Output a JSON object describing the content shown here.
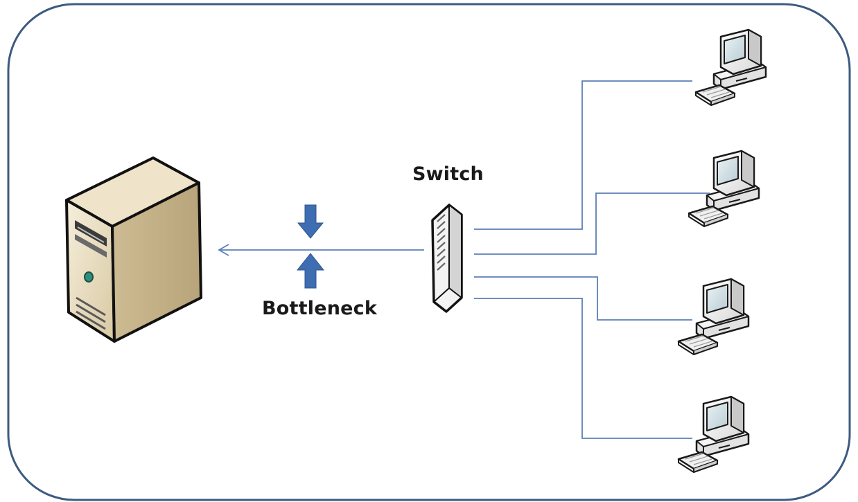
{
  "diagram": {
    "labels": {
      "switch": "Switch",
      "bottleneck": "Bottleneck"
    },
    "icons": {
      "server": "server-tower-icon",
      "switch": "network-switch-icon",
      "computer": "desktop-computer-icon",
      "down_arrow": "arrow-down-icon",
      "up_arrow": "arrow-up-icon"
    },
    "colors": {
      "frame": "#3d5a80",
      "link": "#5b7fb5",
      "arrow": "#3e6db1",
      "server_body": "#e8dcbf"
    },
    "client_count": 4
  }
}
